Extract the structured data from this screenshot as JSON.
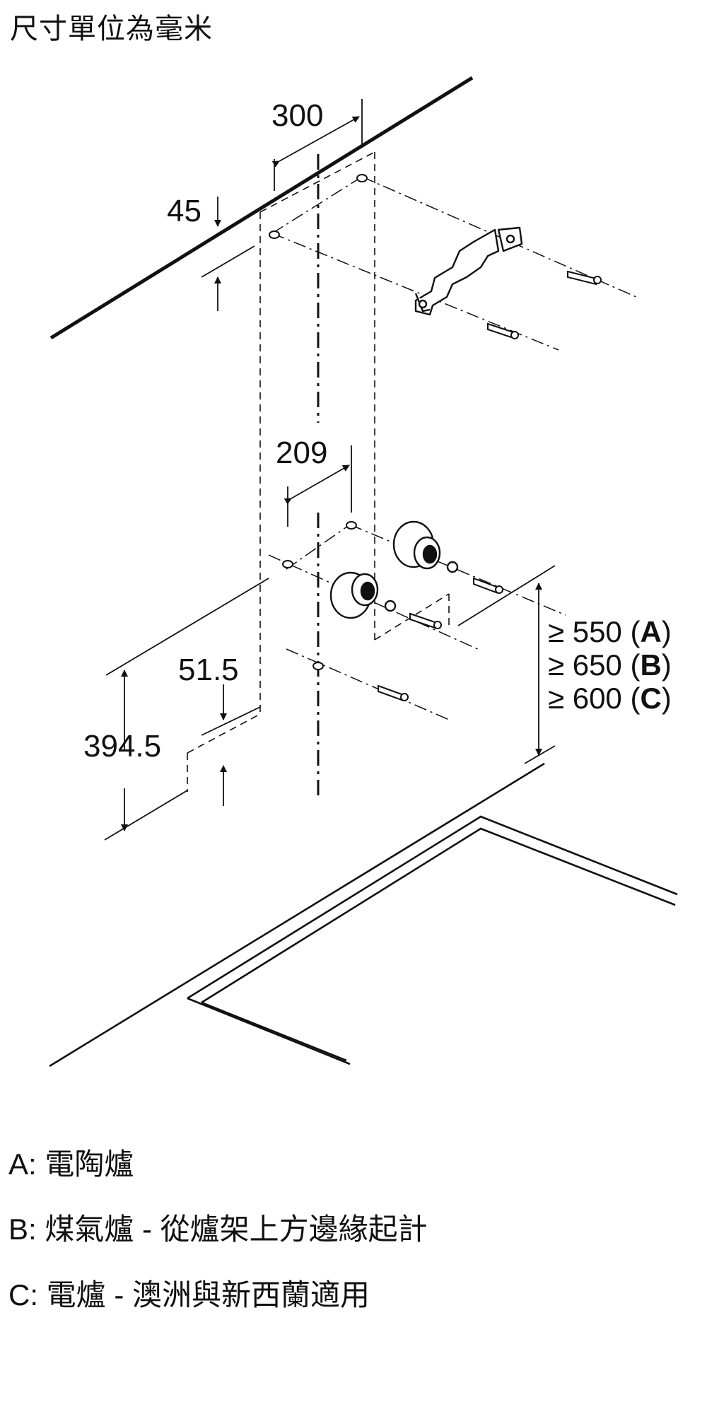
{
  "title": "尺寸單位為毫米",
  "dimensions": {
    "d300": "300",
    "d45": "45",
    "d209": "209",
    "d51_5": "51.5",
    "d394_5": "394.5"
  },
  "clearance": [
    {
      "prefix": "≥ 550 (",
      "key": "A",
      "suffix": ")"
    },
    {
      "prefix": "≥ 650 (",
      "key": "B",
      "suffix": ")"
    },
    {
      "prefix": "≥ 600 (",
      "key": "C",
      "suffix": ")"
    }
  ],
  "legend": [
    {
      "text": "A: 電陶爐"
    },
    {
      "text": "B: 煤氣爐 - 從爐架上方邊緣起計"
    },
    {
      "text": "C: 電爐 - 澳洲與新西蘭適用"
    }
  ]
}
